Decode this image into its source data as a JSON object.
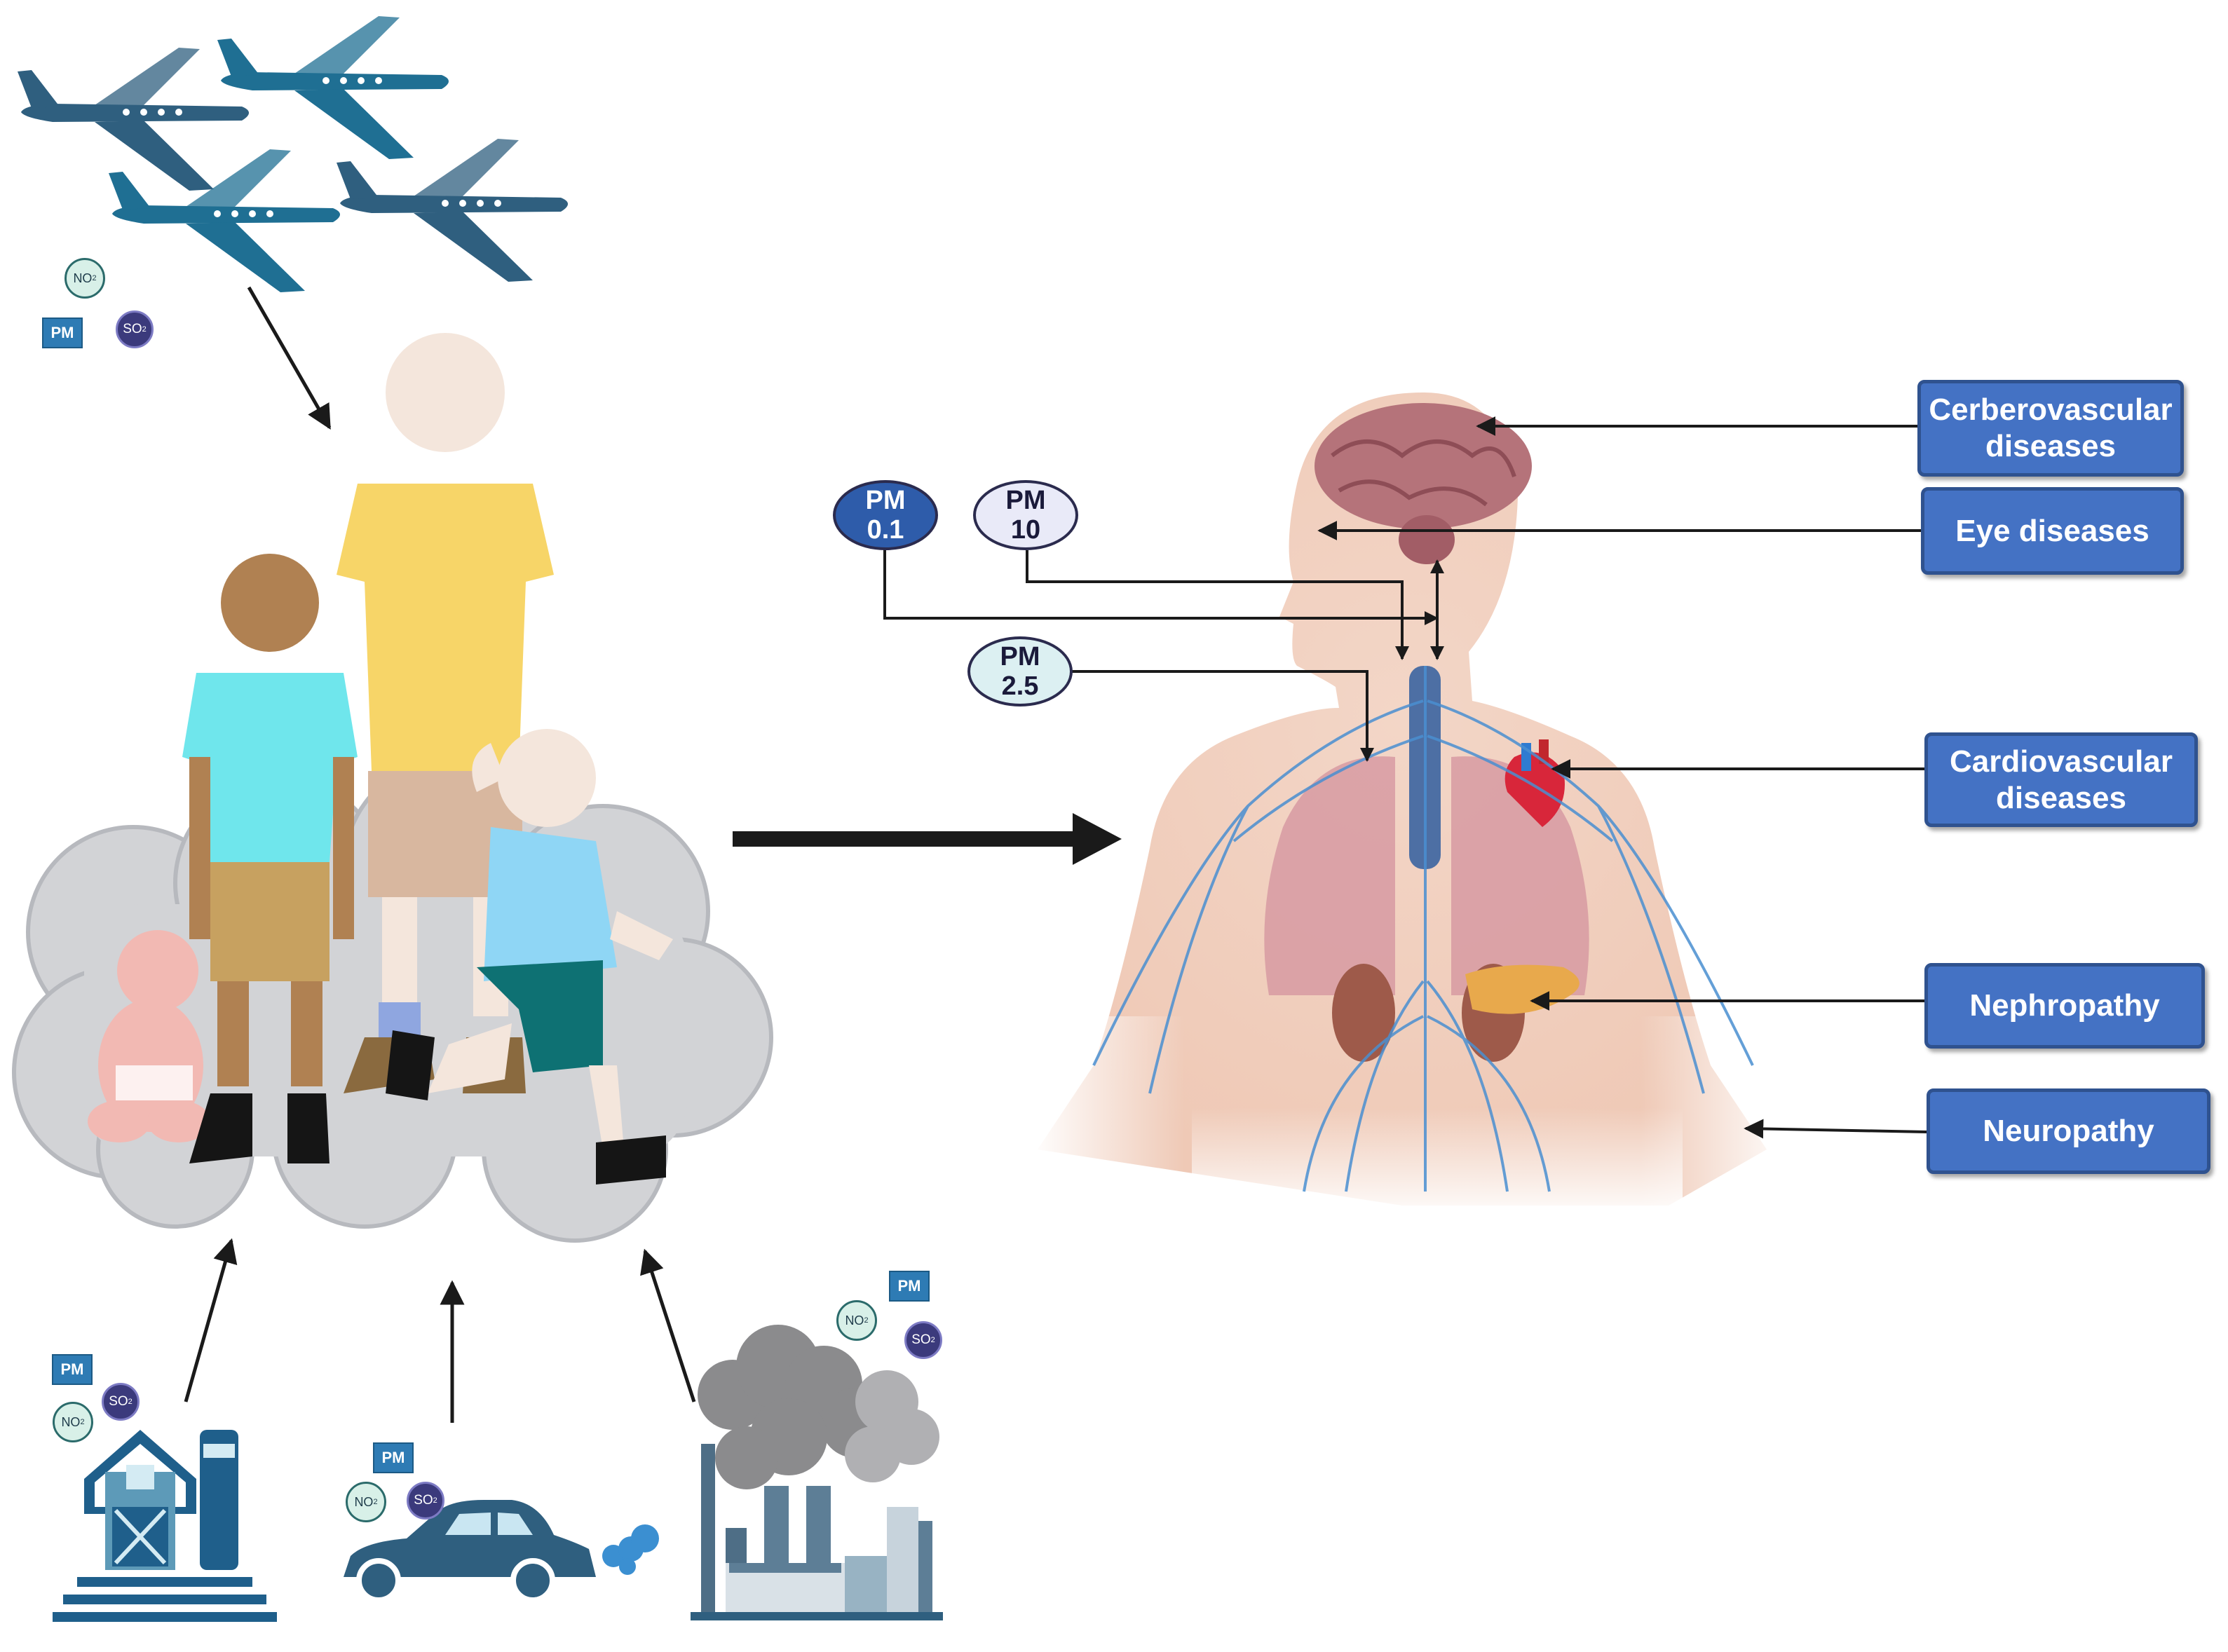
{
  "pm_ovals": [
    {
      "id": "pm01",
      "line1": "PM",
      "line2": "0.1",
      "fill": "#2e5caa",
      "text_color": "#ffffff"
    },
    {
      "id": "pm10",
      "line1": "PM",
      "line2": "10",
      "fill": "#e9eaf8",
      "text_color": "#1a1a3a"
    },
    {
      "id": "pm25",
      "line1": "PM",
      "line2": "2.5",
      "fill": "#dcf0f2",
      "text_color": "#1a1a3a"
    }
  ],
  "diseases": [
    {
      "id": "cerebro",
      "line1": "Cerberovascular",
      "line2": "diseases"
    },
    {
      "id": "eye",
      "line1": "Eye diseases",
      "line2": ""
    },
    {
      "id": "cardio",
      "line1": "Cardiovascular",
      "line2": "diseases"
    },
    {
      "id": "nephro",
      "line1": "Nephropathy",
      "line2": ""
    },
    {
      "id": "neuro",
      "line1": "Neuropathy",
      "line2": ""
    }
  ],
  "pollutant_tags": {
    "pm": "PM",
    "no2": "NO",
    "so2": "SO",
    "subscript": "2"
  },
  "colors": {
    "box_fill": "#4472c4",
    "box_border": "#2f528f",
    "arrow": "#1a1a1a",
    "plane_dark": "#2f5f7f",
    "plane_teal": "#1f6f93",
    "smog": "#d2d3d6"
  },
  "icons": [
    "airplane-icon",
    "barn-icon",
    "car-icon",
    "factory-icon",
    "human-body-icon",
    "children-icon",
    "smog-cloud-icon"
  ]
}
